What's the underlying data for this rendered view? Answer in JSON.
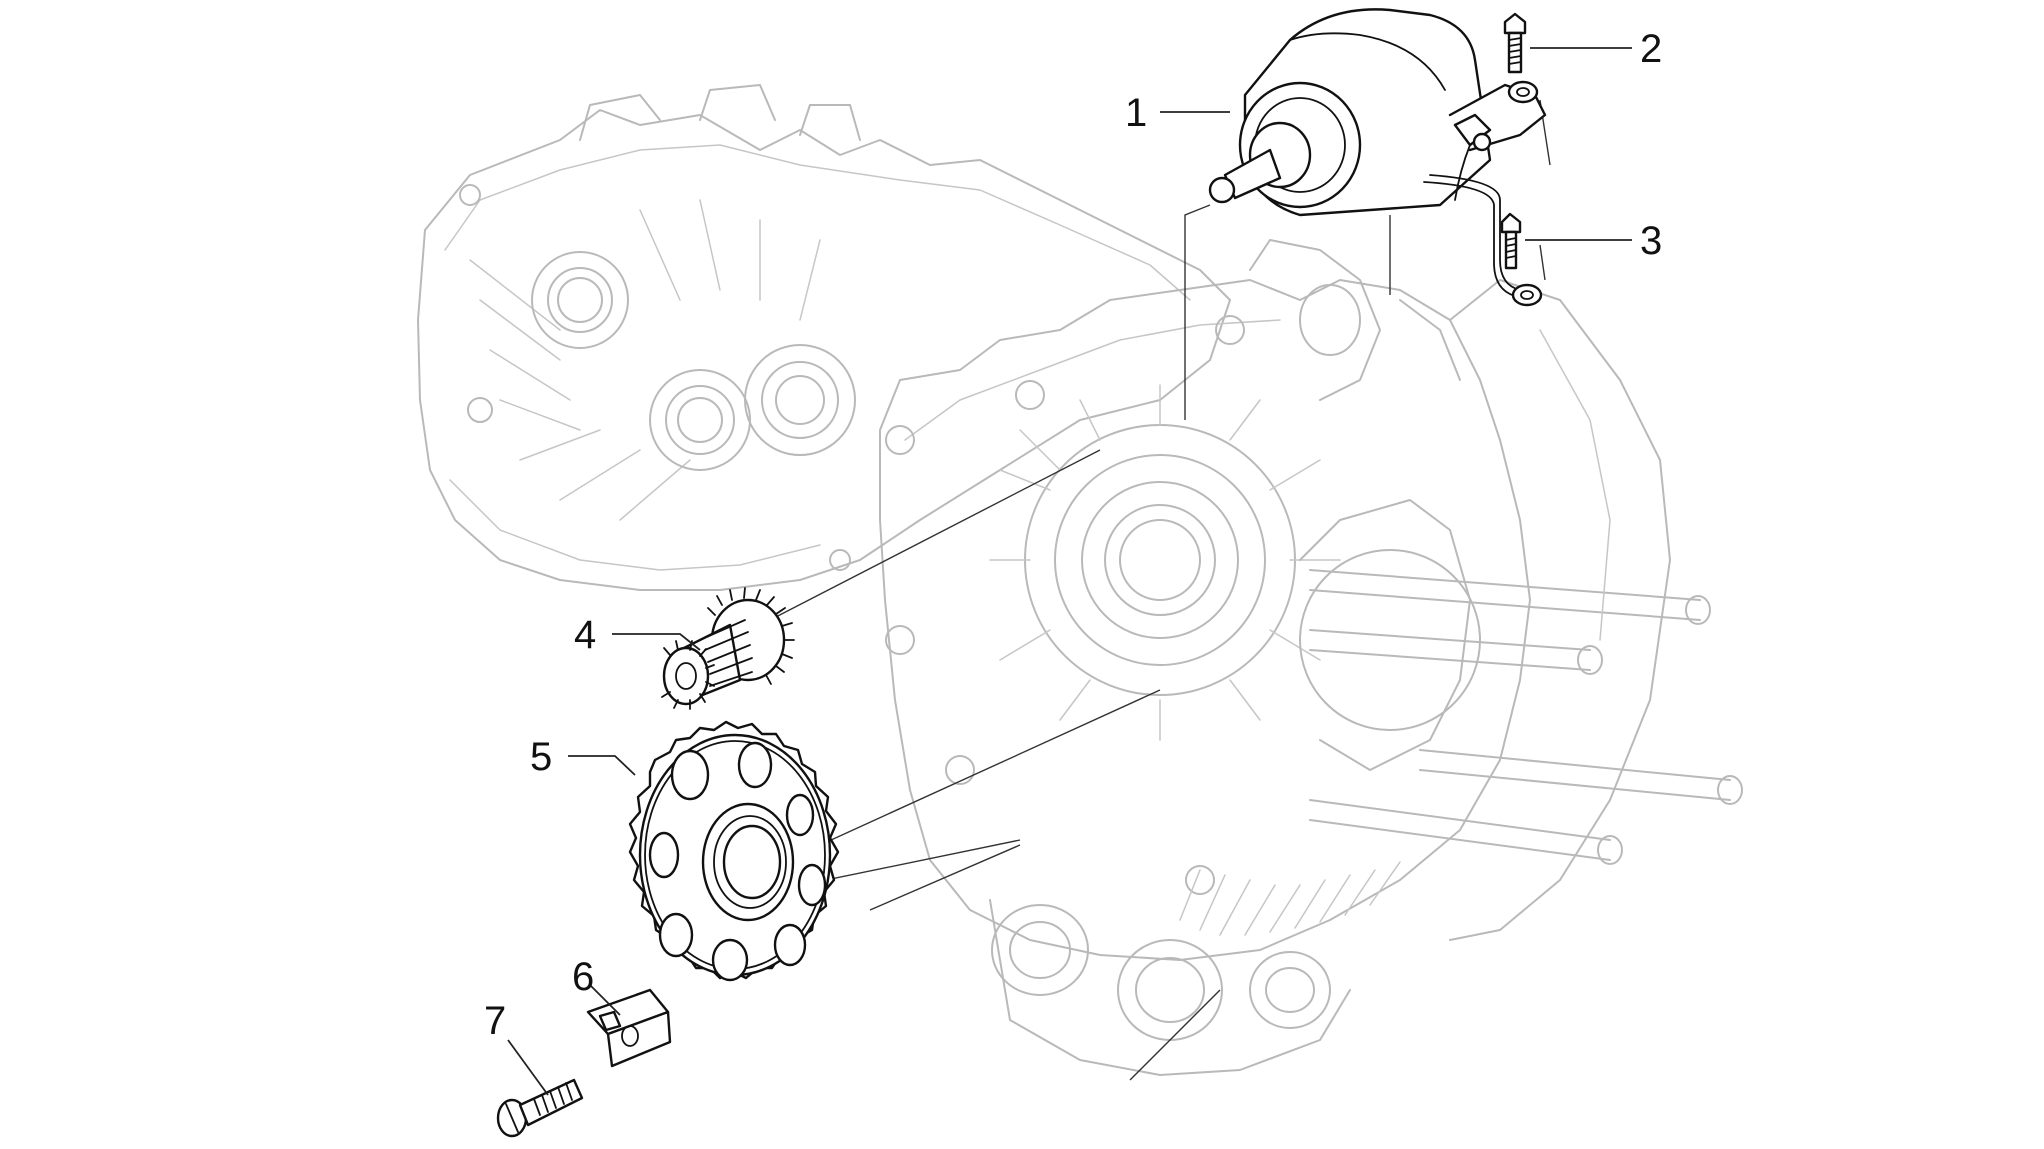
{
  "diagram": {
    "callouts": [
      {
        "number": "1",
        "part": "starter-motor"
      },
      {
        "number": "2",
        "part": "starter-motor-bolt"
      },
      {
        "number": "3",
        "part": "ground-cable-screw"
      },
      {
        "number": "4",
        "part": "starter-pinion-gear"
      },
      {
        "number": "5",
        "part": "starter-ring-gear"
      },
      {
        "number": "6",
        "part": "retaining-plate"
      },
      {
        "number": "7",
        "part": "plate-screw"
      }
    ]
  }
}
